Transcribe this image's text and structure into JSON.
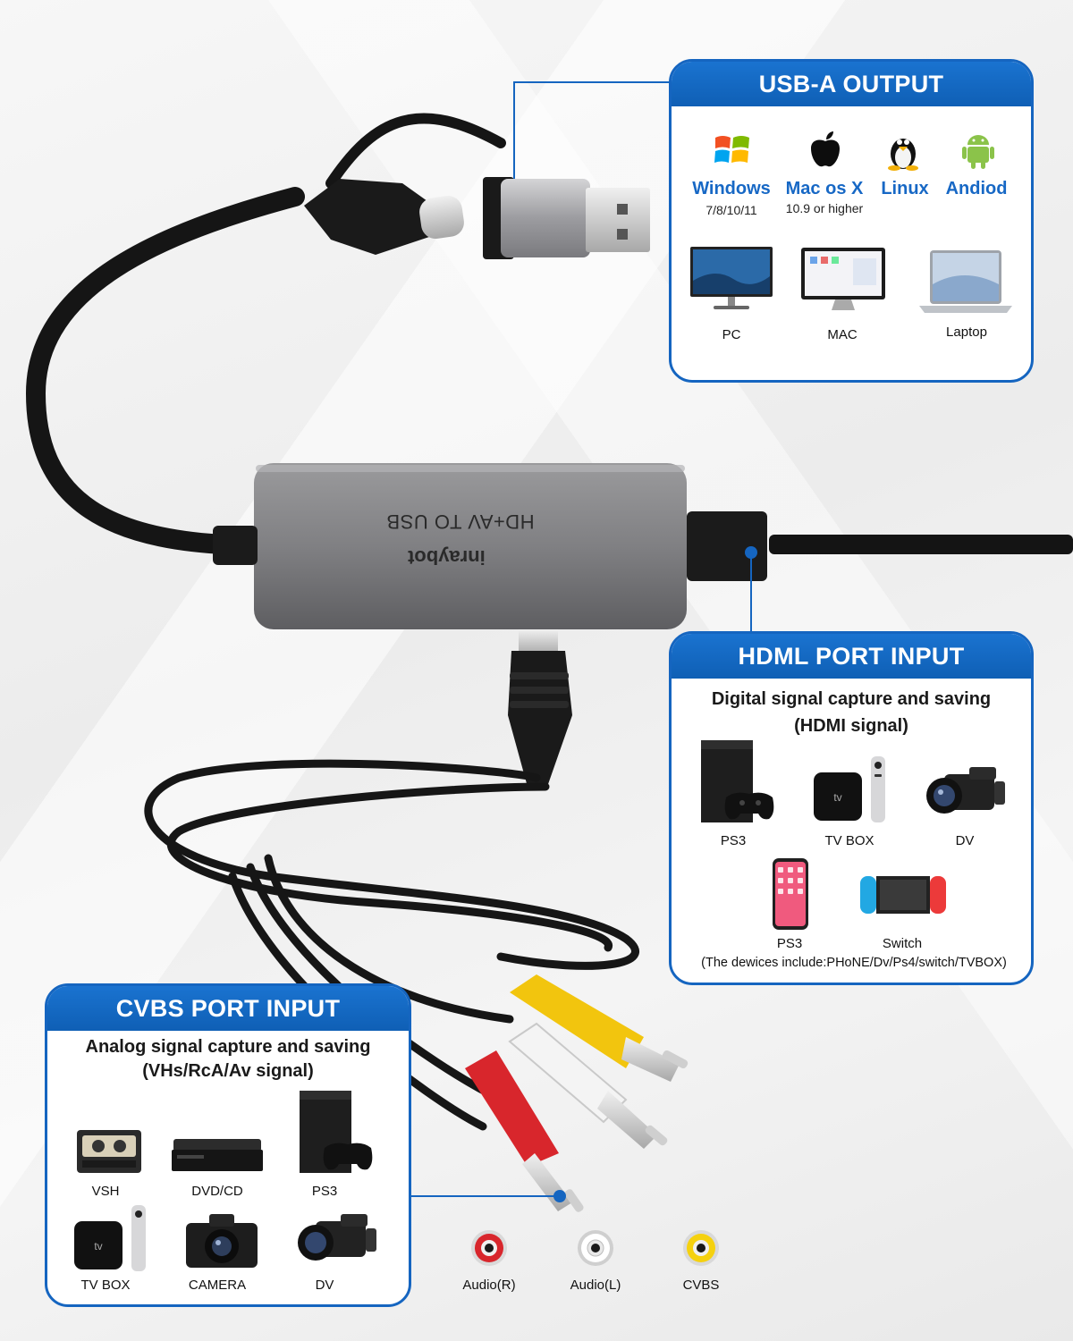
{
  "device": {
    "model_text": "HD+AV TO USB",
    "brand": "inraybot"
  },
  "usb_panel": {
    "title": "USB-A OUTPUT",
    "os": [
      {
        "name": "Windows",
        "version": "7/8/10/11",
        "icon": "windows-logo-icon"
      },
      {
        "name": "Mac os X",
        "version": "10.9 or higher",
        "icon": "apple-logo-icon"
      },
      {
        "name": "Linux",
        "version": "",
        "icon": "linux-tux-icon"
      },
      {
        "name": "Andiod",
        "version": "",
        "icon": "android-robot-icon"
      }
    ],
    "computers": [
      {
        "label": "PC",
        "icon": "pc-monitor-icon"
      },
      {
        "label": "MAC",
        "icon": "mac-monitor-icon"
      },
      {
        "label": "Laptop",
        "icon": "laptop-icon"
      }
    ]
  },
  "hdmi_panel": {
    "title": "HDML PORT INPUT",
    "subtitle_1": "Digital signal capture and saving",
    "subtitle_2": "(HDMI signal)",
    "devices": [
      {
        "label": "PS3",
        "icon": "game-console-icon"
      },
      {
        "label": "TV BOX",
        "icon": "tv-box-icon"
      },
      {
        "label": "DV",
        "icon": "camcorder-icon"
      },
      {
        "label": "PS3",
        "icon": "smartphone-icon"
      },
      {
        "label": "Switch",
        "icon": "switch-console-icon"
      }
    ],
    "note": "(The dewices include:PHoNE/Dv/Ps4/switch/TVBOX)"
  },
  "cvbs_panel": {
    "title": "CVBS PORT INPUT",
    "subtitle_1": "Analog signal capture and saving",
    "subtitle_2": "(VHs/RcA/Av signal)",
    "devices": [
      {
        "label": "VSH",
        "icon": "vhs-player-icon"
      },
      {
        "label": "DVD/CD",
        "icon": "dvd-player-icon"
      },
      {
        "label": "PS3",
        "icon": "game-console-icon"
      },
      {
        "label": "TV BOX",
        "icon": "tv-box-icon"
      },
      {
        "label": "CAMERA",
        "icon": "camera-icon"
      },
      {
        "label": "DV",
        "icon": "camcorder-icon"
      }
    ]
  },
  "jacks": [
    {
      "label": "Audio(R)",
      "color": "#d8262c"
    },
    {
      "label": "Audio(L)",
      "color": "#ffffff"
    },
    {
      "label": "CVBS",
      "color": "#f5d10f"
    }
  ],
  "colors": {
    "accent": "#1565c0",
    "os_text": "#1768c5"
  }
}
